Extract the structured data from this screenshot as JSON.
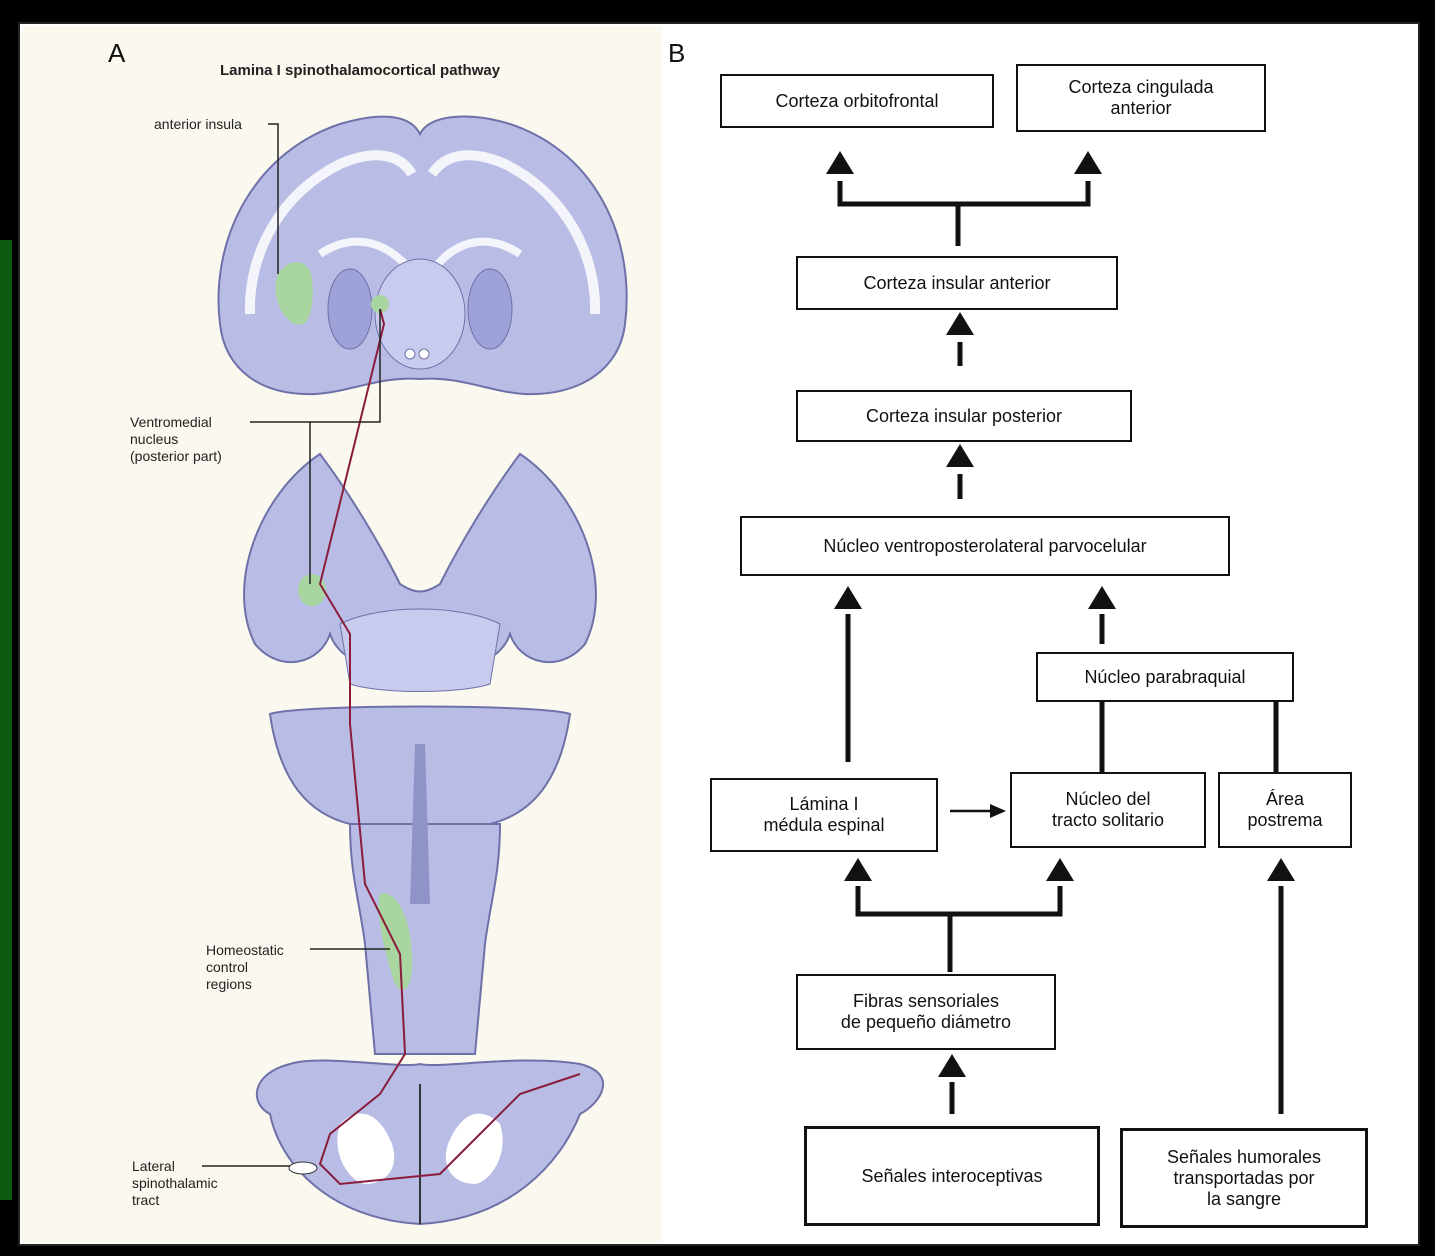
{
  "panel_a": {
    "letter": "A",
    "title": "Lamina I spinothalamocortical pathway",
    "labels": {
      "anterior_insula": "anterior insula",
      "ventromedial": "Ventromedial\nnucleus\n(posterior part)",
      "homeostatic": "Homeostatic\ncontrol\nregions",
      "lateral_tract": "Lateral\nspinothalamic\ntract"
    }
  },
  "panel_b": {
    "letter": "B",
    "boxes": {
      "orbitofrontal": "Corteza orbitofrontal",
      "cingulate": "Corteza cingulada\nanterior",
      "insular_anterior": "Corteza insular anterior",
      "insular_posterior": "Corteza insular posterior",
      "ventroposterolateral": "Núcleo ventroposterolateral parvocelular",
      "parabrachial": "Núcleo parabraquial",
      "lamina": "Lámina I\nmédula espinal",
      "solitary": "Núcleo del\ntracto solitario",
      "postrema": "Área\npostrema",
      "fibers": "Fibras sensoriales\nde pequeño diámetro",
      "interoceptive": "Señales interoceptivas",
      "humoral": "Señales humorales\ntransportadas por\nla sangre"
    }
  },
  "colors": {
    "brain": "#b9bde6",
    "brain_dark": "#8f93c8",
    "insula": "#a9d6a0",
    "pathway": "#8a1c3c"
  }
}
